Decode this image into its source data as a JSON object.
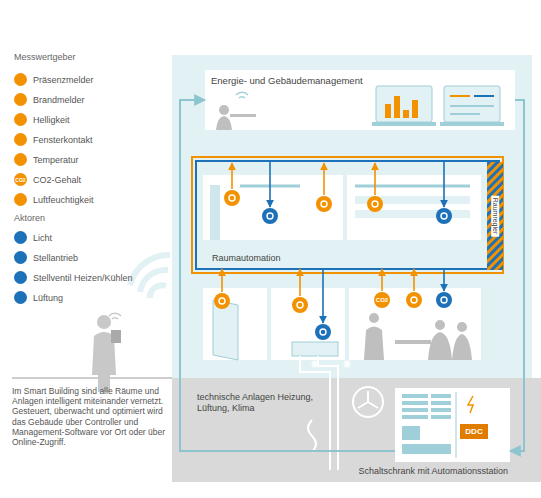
{
  "diagram": {
    "caption": "Im Smart Building sind alle Räume und Anlagen intelligent miteinander vernetzt. Gesteuert, überwacht und optimiert wird das Gebäude über Controller und Management-Software vor Ort oder über Online-Zugriff.",
    "nodes": [
      {
        "text": [
          "Energie- und Gebäudemanagement"
        ]
      },
      {
        "text": [
          "Raumautomation"
        ]
      },
      {
        "text": [
          "Raumregler"
        ],
        "in": 1
      },
      {
        "text": [
          "technische Anlagen Heizung, Lüftung, Klima"
        ]
      },
      {
        "text": [
          "Schaltschrank mit Automationsstation"
        ]
      },
      {
        "text": [
          "DDC"
        ],
        "in": 4
      }
    ],
    "edges": [
      {
        "from": 4,
        "to": 0,
        "arrow": "to"
      },
      {
        "from": 0,
        "to": 4,
        "arrow": "to"
      }
    ],
    "labels": [
      "Messwertgeber",
      "Aktoren",
      "CO2",
      "CO2"
    ],
    "legend": [
      {
        "text": "Präsenzmelder",
        "color": "#f39200"
      },
      {
        "text": "Brandmelder",
        "color": "#f39200"
      },
      {
        "text": "Helligkeit",
        "color": "#f39200"
      },
      {
        "text": "Fensterkontakt",
        "color": "#f39200"
      },
      {
        "text": "Temperatur",
        "color": "#f39200"
      },
      {
        "text": "CO2-Gehalt",
        "color": "#f39200"
      },
      {
        "text": "Luftfeuchtigkeit",
        "color": "#f39200"
      },
      {
        "text": "Licht",
        "color": "#1d71b8"
      },
      {
        "text": "Stellantrieb",
        "color": "#1d71b8"
      },
      {
        "text": "Stellventil Heizen/Kühlen",
        "color": "#1d71b8"
      },
      {
        "text": "Lüftung",
        "color": "#1d71b8"
      }
    ]
  }
}
